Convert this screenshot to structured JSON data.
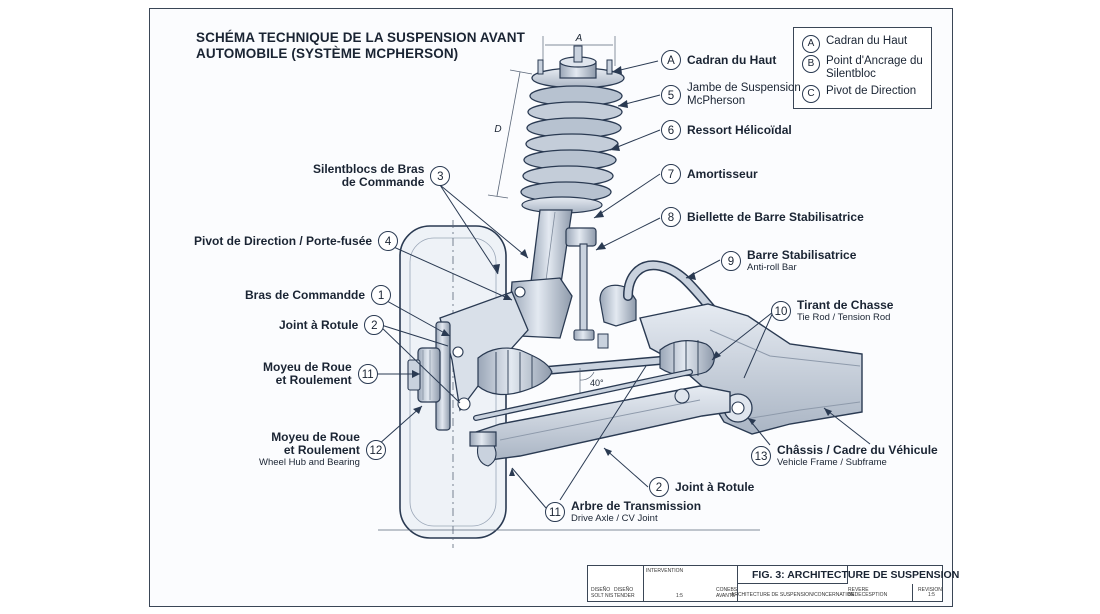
{
  "title": {
    "line1": "SCHÉMA TECHNIQUE DE LA SUSPENSION AVANT",
    "line2": "AUTOMOBILE (SYSTÈME MCPHERSON)"
  },
  "legend": [
    {
      "key": "A",
      "text": "Cadran du Haut"
    },
    {
      "key": "B",
      "text": "Point d'Ancrage du Silentbloc"
    },
    {
      "key": "C",
      "text": "Pivot de Direction"
    }
  ],
  "dimensions": {
    "a": "A",
    "d": "D",
    "angle": "40°"
  },
  "callouts": {
    "c_a": {
      "num": "A",
      "label": "Cadran du Haut"
    },
    "c_5": {
      "num": "5",
      "label": "Jambe de Suspension",
      "label2": "McPherson"
    },
    "c_6": {
      "num": "6",
      "label": "Ressort Hélicoïdal"
    },
    "c_7": {
      "num": "7",
      "label": "Amortisseur"
    },
    "c_8": {
      "num": "8",
      "label": "Biellette de Barre Stabilisatrice"
    },
    "c_9": {
      "num": "9",
      "label": "Barre Stabilisatrice",
      "sub": "Anti-roll Bar"
    },
    "c_10": {
      "num": "10",
      "label": "Tirant de Chasse",
      "sub": "Tie Rod / Tension Rod"
    },
    "c_13": {
      "num": "13",
      "label": "Châssis / Cadre du Véhicule",
      "sub": "Vehicle Frame / Subframe"
    },
    "c_2b": {
      "num": "2",
      "label": "Joint à Rotule"
    },
    "c_11b": {
      "num": "11",
      "label": "Arbre de Transmission",
      "sub": "Drive Axle / CV Joint"
    },
    "c_3": {
      "num": "3",
      "label": "Silentblocs de Bras",
      "label2": "de Commande"
    },
    "c_4": {
      "num": "4",
      "label": "Pivot de Direction / Porte-fusée"
    },
    "c_1": {
      "num": "1",
      "label": "Bras de Commandde"
    },
    "c_2": {
      "num": "2",
      "label": "Joint à Rotule"
    },
    "c_11": {
      "num": "11",
      "label": "Moyeu de Roue",
      "label2": "et Roulement"
    },
    "c_12": {
      "num": "12",
      "label": "Moyeu de Roue",
      "label2": "et Roulement",
      "sub": "Wheel Hub and Bearing"
    }
  },
  "title_block": {
    "fig_title": "FIG. 3: ARCHITECTURE DE SUSPENSION",
    "small": [
      "DISEÑO",
      "DISEÑO",
      "INTERVENTION",
      "SOLT NIS",
      "TENDER",
      "1:5",
      "CONEBS",
      "AVANTE",
      "ARCHITECTURE DE SUSPENSION/CONCERNATION",
      "REVERE",
      "BEDECESPTION",
      "REVISION",
      "1:5"
    ]
  },
  "colors": {
    "line": "#2a3a52",
    "metal": "#c9d2de",
    "metal_dark": "#8e9aab",
    "accent": "#1a2433"
  }
}
